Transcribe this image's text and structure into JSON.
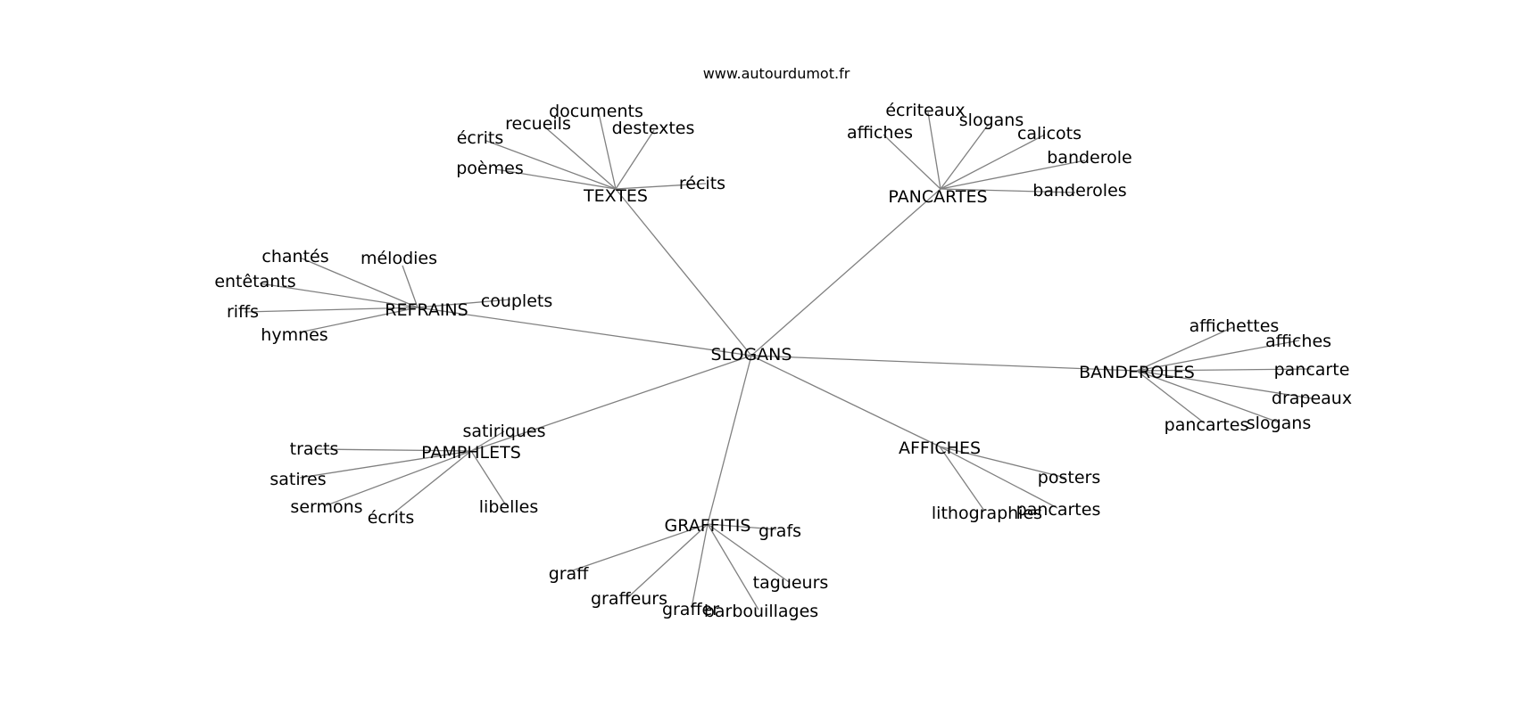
{
  "site": "www.autourdumot.fr",
  "colors": {
    "edge": "#808080",
    "text": "#000000",
    "background": "#ffffff"
  },
  "graph": {
    "center": "SLOGANS",
    "hubs": [
      {
        "label": "TEXTES",
        "leaves": [
          "écrits",
          "recueils",
          "documents",
          "destextes",
          "poèmes",
          "récits"
        ]
      },
      {
        "label": "PANCARTES",
        "leaves": [
          "affiches",
          "écriteaux",
          "slogans",
          "calicots",
          "banderole",
          "banderoles"
        ]
      },
      {
        "label": "REFRAINS",
        "leaves": [
          "chantés",
          "mélodies",
          "entêtants",
          "riffs",
          "hymnes",
          "couplets"
        ]
      },
      {
        "label": "BANDEROLES",
        "leaves": [
          "affichettes",
          "affiches",
          "pancarte",
          "drapeaux",
          "pancartes",
          "slogans"
        ]
      },
      {
        "label": "PAMPHLETS",
        "leaves": [
          "satiriques",
          "tracts",
          "satires",
          "sermons",
          "écrits",
          "libelles"
        ]
      },
      {
        "label": "AFFICHES",
        "leaves": [
          "posters",
          "lithographies",
          "pancartes"
        ]
      },
      {
        "label": "GRAFFITIS",
        "leaves": [
          "grafs",
          "graff",
          "graffeurs",
          "graffer",
          "barbouillages",
          "tagueurs"
        ]
      }
    ]
  }
}
